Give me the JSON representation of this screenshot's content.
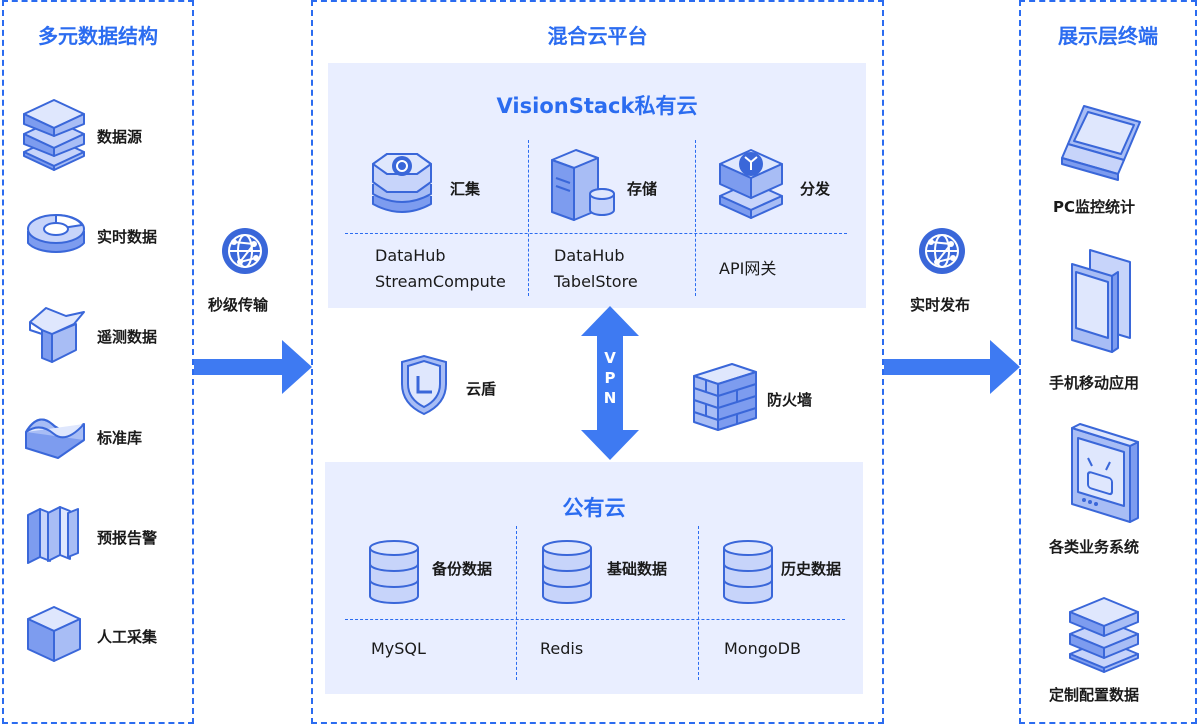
{
  "left": {
    "title": "多元数据结构",
    "items": [
      {
        "label": "数据源",
        "icon": "stack-layers-icon"
      },
      {
        "label": "实时数据",
        "icon": "pie-cylinder-icon"
      },
      {
        "label": "遥测数据",
        "icon": "cross-block-icon"
      },
      {
        "label": "标准库",
        "icon": "wave-slab-icon"
      },
      {
        "label": "预报告警",
        "icon": "panels-icon"
      },
      {
        "label": "人工采集",
        "icon": "cube-icon"
      }
    ]
  },
  "arrow_left_label": "秒级传输",
  "center": {
    "title": "混合云平台",
    "private_cloud": {
      "title": "VisionStack私有云",
      "modules": [
        {
          "label": "汇集",
          "tech": [
            "DataHub",
            "StreamCompute"
          ],
          "icon": "collect-icon"
        },
        {
          "label": "存储",
          "tech": [
            "DataHub",
            "TabelStore"
          ],
          "icon": "server-icon"
        },
        {
          "label": "分发",
          "tech": [
            "API网关"
          ],
          "icon": "distribute-icon"
        }
      ]
    },
    "security": {
      "shield_label": "云盾",
      "vpn_label": "VPN",
      "firewall_label": "防火墙"
    },
    "public_cloud": {
      "title": "公有云",
      "modules": [
        {
          "label": "备份数据",
          "tech": "MySQL",
          "icon": "database-icon"
        },
        {
          "label": "基础数据",
          "tech": "Redis",
          "icon": "database-icon"
        },
        {
          "label": "历史数据",
          "tech": "MongoDB",
          "icon": "database-icon"
        }
      ]
    }
  },
  "arrow_right_label": "实时发布",
  "right": {
    "title": "展示层终端",
    "items": [
      {
        "label": "PC监控统计",
        "icon": "laptop-icon"
      },
      {
        "label": "手机移动应用",
        "icon": "phone-icon"
      },
      {
        "label": "各类业务系统",
        "icon": "monitor-icon"
      },
      {
        "label": "定制配置数据",
        "icon": "stack-layers-icon"
      }
    ]
  },
  "colors": {
    "accent": "#2b6cf0",
    "panel": "#e9eeff",
    "icon_fill": "#b9c9f7",
    "icon_dark": "#3a67d9"
  }
}
